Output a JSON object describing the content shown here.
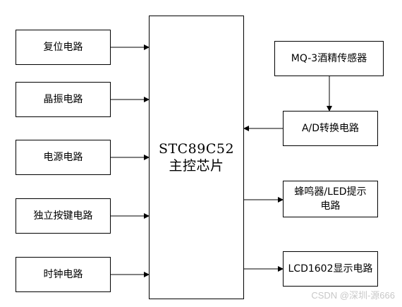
{
  "left_blocks": [
    {
      "label": "复位电路"
    },
    {
      "label": "晶振电路"
    },
    {
      "label": "电源电路"
    },
    {
      "label": "独立按键电路"
    },
    {
      "label": "时钟电路"
    }
  ],
  "core": {
    "line1": "STC89C52",
    "line2": "主控芯片"
  },
  "right_blocks": {
    "sensor": "MQ-3酒精传感器",
    "adc": "A/D转换电路",
    "buzzer_line1": "蜂鸣器/LED提示",
    "buzzer_line2": "电路",
    "lcd": "LCD1602显示电路"
  },
  "watermark": "CSDN @深圳-源666",
  "colors": {
    "line": "#000000",
    "watermark": "#c8c8c8"
  }
}
